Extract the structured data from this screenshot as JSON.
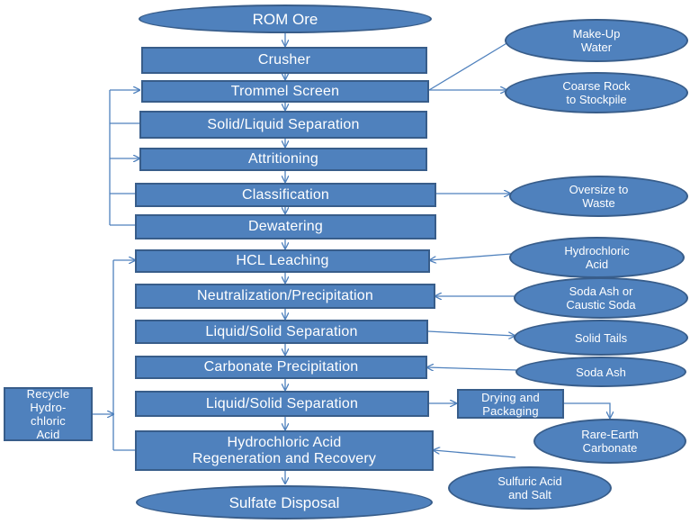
{
  "nodes": {
    "rom_ore": "ROM Ore",
    "crusher": "Crusher",
    "trommel": "Trommel Screen",
    "sl_sep": "Solid/Liquid Separation",
    "attritioning": "Attritioning",
    "classification": "Classification",
    "dewatering": "Dewatering",
    "hcl_leaching": "HCL Leaching",
    "neutralization": "Neutralization/Precipitation",
    "ls_sep_1": "Liquid/Solid Separation",
    "carbonate": "Carbonate Precipitation",
    "ls_sep_2": "Liquid/Solid Separation",
    "regeneration": "Hydrochloric Acid\nRegeneration and Recovery",
    "sulfate": "Sulfate Disposal",
    "makeup_water": "Make-Up\nWater",
    "coarse_rock": "Coarse Rock\nto Stockpile",
    "oversize": "Oversize to\nWaste",
    "hydrochloric_acid": "Hydrochloric\nAcid",
    "soda_ash_caustic": "Soda Ash or\nCaustic Soda",
    "solid_tails": "Solid Tails",
    "soda_ash": "Soda Ash",
    "drying": "Drying and\nPackaging",
    "rare_earth": "Rare-Earth\nCarbonate",
    "sulfuric_acid": "Sulfuric Acid\nand Salt",
    "recycle": "Recycle\nHydro-\nchloric\nAcid"
  },
  "colors": {
    "fill": "#4f81bd",
    "border": "#385d8a",
    "text": "#ffffff",
    "connector": "#4f81bd"
  }
}
